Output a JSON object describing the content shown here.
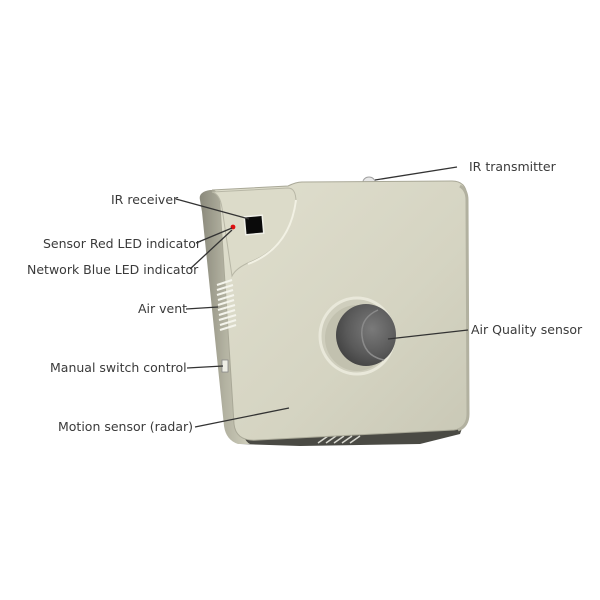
{
  "diagram": {
    "subject": "Smart sensor device",
    "labels": {
      "ir_transmitter": "IR transmitter",
      "ir_receiver": "IR receiver",
      "sensor_red_led": "Sensor Red LED indicator",
      "network_blue_led": "Network Blue LED indicator",
      "air_vent": "Air vent",
      "manual_switch": "Manual switch control",
      "motion_sensor": "Motion sensor (radar)",
      "air_quality_sensor": "Air Quality sensor"
    },
    "colors": {
      "body": "#d6d5c4",
      "body_shadow": "#a9a897",
      "side": "#8f8e80",
      "bottom": "#4a4a44",
      "sensor_knob": "#5e5e5e",
      "ir_window": "#0a0a0a",
      "red_led": "#e01010",
      "leader_line": "#333333"
    }
  }
}
